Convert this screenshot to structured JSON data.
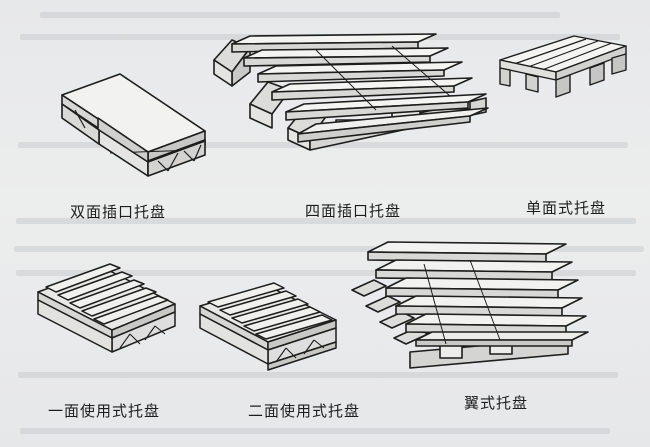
{
  "figure": {
    "captions": {
      "double_face_entry": "双面插口托盘",
      "four_way_entry": "四面插口托盘",
      "single_face": "单面式托盘",
      "single_use": "一面使用式托盘",
      "double_use": "二面使用式托盘",
      "wing": "翼式托盘"
    }
  },
  "colors": {
    "paper": "#e9eaeb",
    "ink": "#1d1d1d",
    "shading": "#9aa0a6"
  }
}
